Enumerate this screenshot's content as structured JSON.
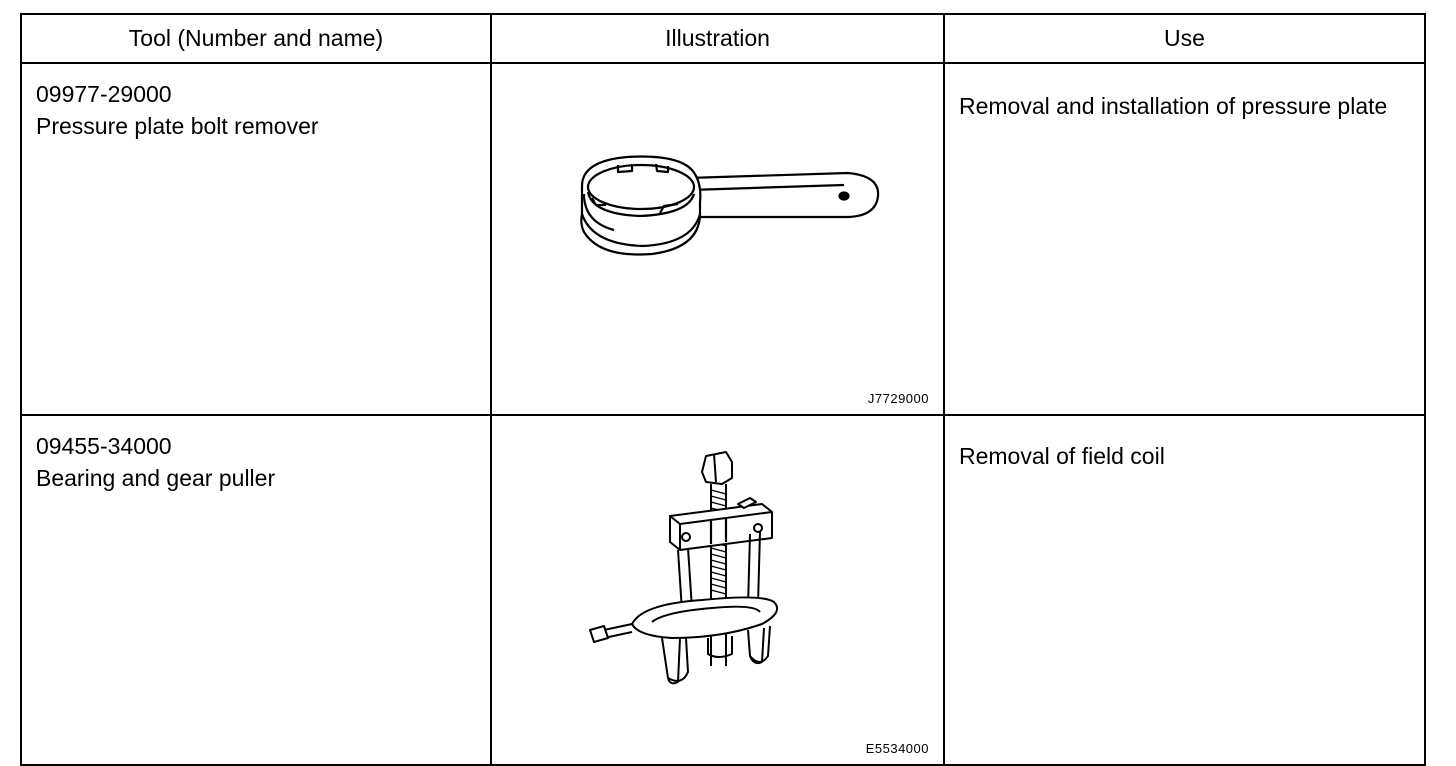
{
  "table": {
    "headers": [
      "Tool (Number and name)",
      "Illustration",
      "Use"
    ],
    "rows": [
      {
        "tool_number": "09977-29000",
        "tool_name": "Pressure plate bolt remover",
        "illustration_icon": "pressure-plate-bolt-remover-icon",
        "figure_code": "J7729000",
        "use": "Removal and installation of pressure plate"
      },
      {
        "tool_number": "09455-34000",
        "tool_name": "Bearing and gear puller",
        "illustration_icon": "bearing-gear-puller-icon",
        "figure_code": "E5534000",
        "use": "Removal of field coil"
      }
    ]
  }
}
